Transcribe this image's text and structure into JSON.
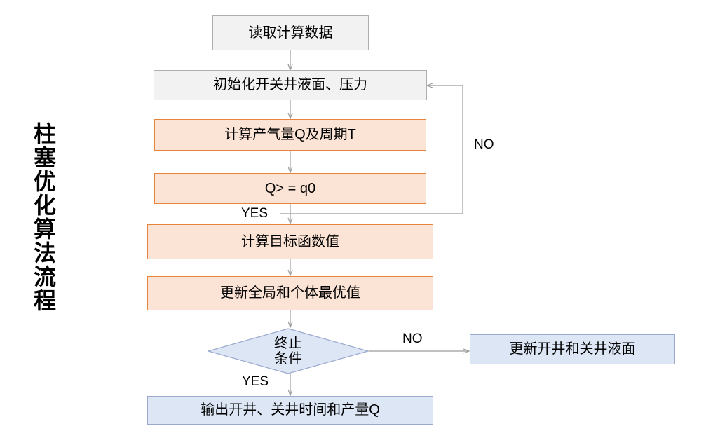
{
  "diagram": {
    "type": "flowchart",
    "orientation": "top-to-bottom",
    "vertical_title": "柱塞优化算法流程",
    "colors": {
      "gray_fill": "#f2f2f2",
      "gray_border": "#aeaeae",
      "orange_fill": "#fbe4d5",
      "orange_border": "#e8833a",
      "blue_fill": "#dce6f5",
      "blue_border": "#9aa9cd",
      "connector": "#9b9b9b",
      "text": "#000000",
      "background": "#ffffff"
    },
    "nodes": [
      {
        "id": "read-data",
        "shape": "rect",
        "style": "gray",
        "label": "读取计算数据"
      },
      {
        "id": "init",
        "shape": "rect",
        "style": "gray",
        "label": "初始化开关井液面、压力"
      },
      {
        "id": "calc-q-t",
        "shape": "rect",
        "style": "orange",
        "label": "计算产气量Q及周期T"
      },
      {
        "id": "compare-q",
        "shape": "rect",
        "style": "orange",
        "label": "Q> = q0"
      },
      {
        "id": "objective",
        "shape": "rect",
        "style": "orange",
        "label": "计算目标函数值"
      },
      {
        "id": "update-best",
        "shape": "rect",
        "style": "orange",
        "label": "更新全局和个体最优值"
      },
      {
        "id": "stop-condition",
        "shape": "diamond",
        "style": "blue",
        "label_line1": "终止",
        "label_line2": "条件"
      },
      {
        "id": "update-levels",
        "shape": "rect",
        "style": "blue",
        "label": "更新开井和关井液面"
      },
      {
        "id": "output",
        "shape": "rect",
        "style": "blue",
        "label": "输出开井、关井时间和产量Q"
      }
    ],
    "edge_labels": {
      "compare_q_yes": "YES",
      "compare_q_no": "NO",
      "stop_yes": "YES",
      "stop_no": "NO"
    }
  }
}
